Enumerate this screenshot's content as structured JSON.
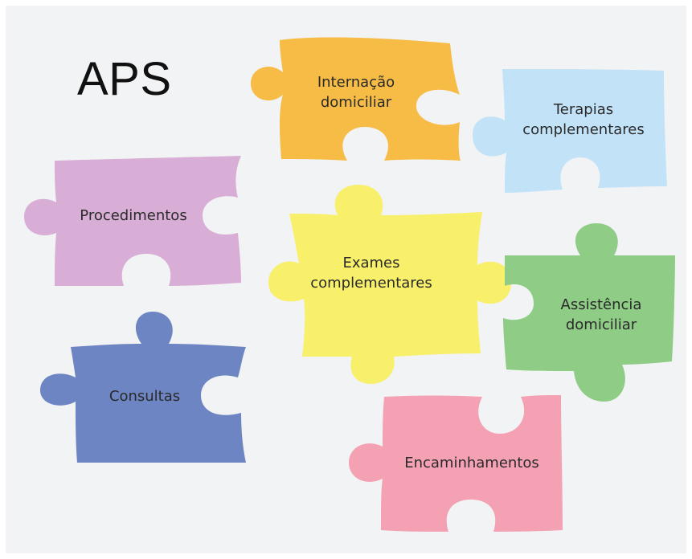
{
  "title": "APS",
  "pieces": [
    {
      "id": "internacao",
      "lines": [
        "Internação",
        "domiciliar"
      ],
      "color": "#f7bc45"
    },
    {
      "id": "terapias",
      "lines": [
        "Terapias",
        "complementares"
      ],
      "color": "#c2e2f8"
    },
    {
      "id": "procedimentos",
      "lines": [
        "Procedimentos"
      ],
      "color": "#d9aed6"
    },
    {
      "id": "exames",
      "lines": [
        "Exames",
        "complementares"
      ],
      "color": "#f8ef6a"
    },
    {
      "id": "assistencia",
      "lines": [
        "Assistência",
        "domiciliar"
      ],
      "color": "#8fcc86"
    },
    {
      "id": "consultas",
      "lines": [
        "Consultas"
      ],
      "color": "#6d85c3"
    },
    {
      "id": "encaminhamentos",
      "lines": [
        "Encaminhamentos"
      ],
      "color": "#f4a1b4"
    }
  ]
}
